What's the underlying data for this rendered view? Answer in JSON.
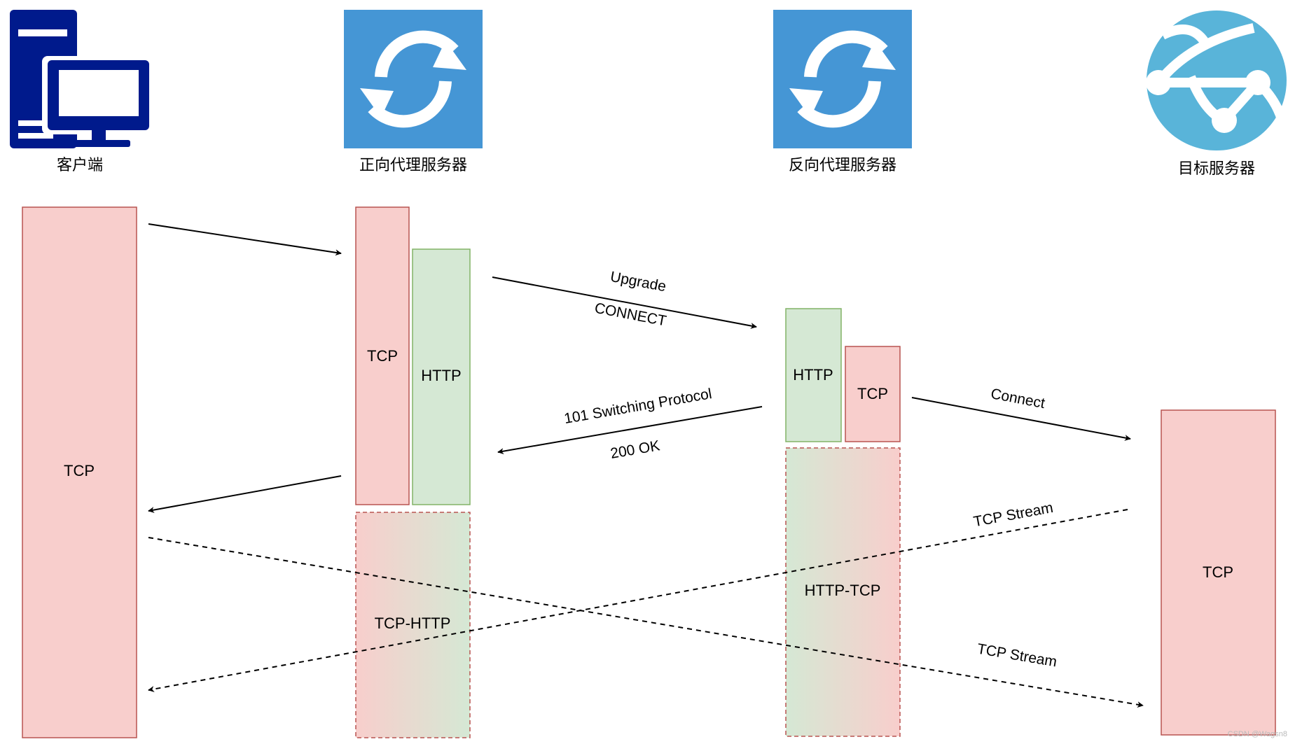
{
  "actors": {
    "client": {
      "label": "客户端",
      "icon": "client-computer-icon",
      "color": "#001a8c"
    },
    "forward_proxy": {
      "label": "正向代理服务器",
      "icon": "sync-arrows-icon",
      "color": "#4596d5"
    },
    "reverse_proxy": {
      "label": "反向代理服务器",
      "icon": "sync-arrows-icon",
      "color": "#4596d5"
    },
    "target": {
      "label": "目标服务器",
      "icon": "globe-network-icon",
      "color": "#59b4d9"
    }
  },
  "blocks": {
    "client_tcp": "TCP",
    "fp_tcp": "TCP",
    "fp_http": "HTTP",
    "fp_tunnel": "TCP-HTTP",
    "rp_http": "HTTP",
    "rp_tcp": "TCP",
    "rp_tunnel": "HTTP-TCP",
    "target_tcp": "TCP"
  },
  "messages": {
    "upgrade": "Upgrade",
    "connect_method": "CONNECT",
    "switching": "101 Switching Protocol",
    "ok": "200 OK",
    "connect": "Connect",
    "stream_back": "TCP Stream",
    "stream_forward": "TCP Stream"
  },
  "colors": {
    "tcp_fill": "#f8cecc",
    "tcp_stroke": "#b85450",
    "http_fill": "#d5e8d4",
    "http_stroke": "#82b366"
  },
  "watermark": "CSDN @Wagsn8"
}
